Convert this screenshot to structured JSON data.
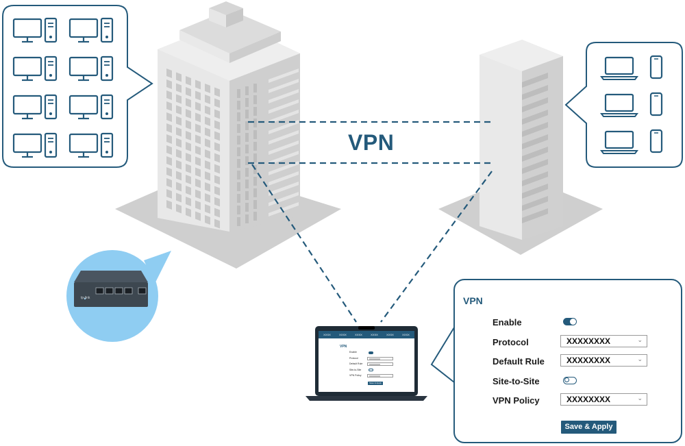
{
  "diagram": {
    "vpn_label": "VPN"
  },
  "settings_panel": {
    "title": "VPN",
    "rows": [
      {
        "label": "Enable",
        "type": "toggle",
        "state": "on"
      },
      {
        "label": "Protocol",
        "type": "select",
        "value": "XXXXXXXX"
      },
      {
        "label": "Default Rule",
        "type": "select",
        "value": "XXXXXXXX"
      },
      {
        "label": "Site-to-Site",
        "type": "toggle",
        "state": "off"
      },
      {
        "label": "VPN Policy",
        "type": "select",
        "value": "XXXXXXXX"
      }
    ],
    "apply_label": "Save & Apply"
  },
  "laptop_screen": {
    "nav": [
      "XXXX",
      "XXXX",
      "XXXX",
      "XXXX",
      "XXXX",
      "XXXX"
    ],
    "title": "VPN",
    "rows": [
      {
        "label": "Enable",
        "type": "toggle",
        "state": "on"
      },
      {
        "label": "Protocol",
        "type": "select",
        "value": "XXXXXXXX"
      },
      {
        "label": "Default Rule",
        "type": "select",
        "value": "XXXXXXXX"
      },
      {
        "label": "Site-to-Site",
        "type": "toggle",
        "state": "off"
      },
      {
        "label": "VPN Policy",
        "type": "select",
        "value": "XXXXXXXX"
      }
    ],
    "apply_label": "Save & Apply"
  },
  "router": {
    "brand": "tp-link"
  },
  "colors": {
    "accent": "#245a7b",
    "building_light": "#e6e6e6",
    "building_dark": "#c9c9c9",
    "ground": "#cfcfcf",
    "bubble_blue": "#8fcdf2"
  },
  "icons": {
    "left_callout": "desktop-computer-icon",
    "right_callout": [
      "laptop-icon",
      "smartphone-icon"
    ]
  }
}
